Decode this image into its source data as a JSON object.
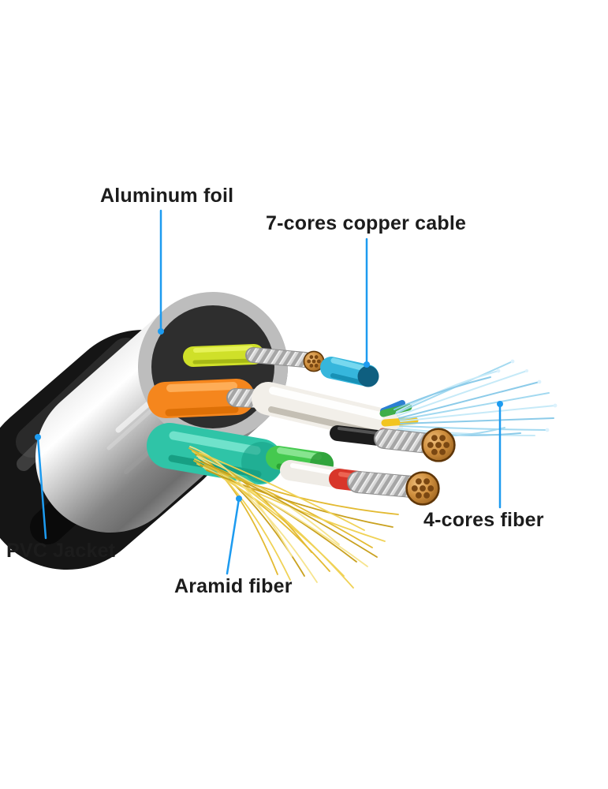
{
  "diagram": {
    "labels": {
      "aluminum_foil": "Aluminum foil",
      "copper_cable": "7-cores copper cable",
      "pvc_jacket": "PVC Jacket",
      "aramid_fiber": "Aramid fiber",
      "fiber_cores": "4-cores fiber"
    },
    "colors": {
      "label_text": "#1c1c1c",
      "leader_line": "#1d9bf0",
      "pvc_jacket": "#151515",
      "aluminum_foil": "#bdbdbd",
      "copper": "#b87333",
      "orange_wire": "#f5861d",
      "teal_wrap": "#2fc4a7",
      "yellow_green_wire": "#cfe029",
      "cyan_wire": "#36b6dc",
      "green_wire": "#45c94f",
      "red_band": "#d8362a",
      "white_cable": "#f2efe9",
      "aramid_fiber": "#e2b728",
      "optical_fiber": "#9fd8f0"
    }
  }
}
